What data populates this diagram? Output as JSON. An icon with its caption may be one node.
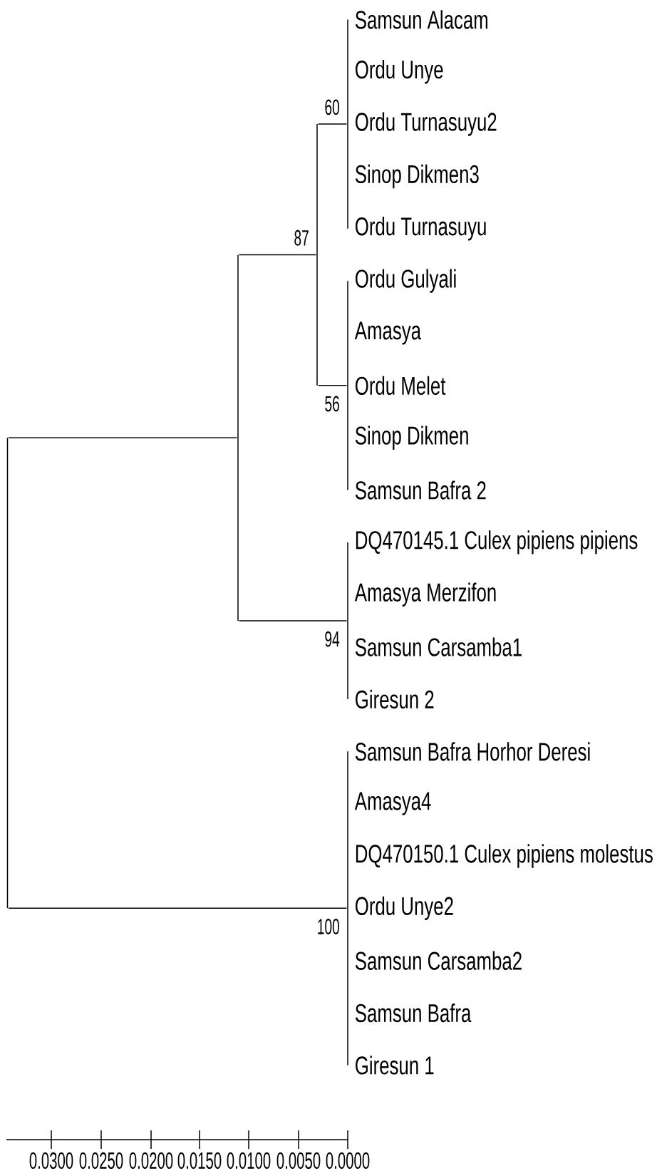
{
  "diagram": {
    "nodes": [
      {
        "text": [],
        "shape": "bar"
      },
      {
        "text": [],
        "shape": "bar"
      },
      {
        "text": [],
        "shape": "bar",
        "beside": [
          "87"
        ]
      },
      {
        "text": [],
        "shape": "bar",
        "beside": [
          "60"
        ]
      },
      {
        "text": [],
        "shape": "bar",
        "beside": [
          "56"
        ]
      },
      {
        "text": [],
        "shape": "bar",
        "beside": [
          "94"
        ]
      },
      {
        "text": [],
        "shape": "bar",
        "beside": [
          "100"
        ]
      }
    ],
    "edges": [
      {
        "from": 0,
        "to": 1,
        "arrow": "none"
      },
      {
        "from": 1,
        "to": 2,
        "arrow": "none"
      },
      {
        "from": 2,
        "to": 3,
        "arrow": "none"
      },
      {
        "from": 2,
        "to": 4,
        "arrow": "none"
      },
      {
        "from": 1,
        "to": 5,
        "arrow": "none"
      },
      {
        "from": 0,
        "to": 6,
        "arrow": "none"
      }
    ],
    "labels": [
      "Samsun Alacam",
      "Ordu Unye",
      "Ordu Turnasuyu2",
      "Sinop Dikmen3",
      "Ordu Turnasuyu",
      "Ordu Gulyali",
      "Amasya",
      "Ordu Melet",
      "Sinop Dikmen",
      "Samsun Bafra 2",
      "DQ470145.1 Culex pipiens pipiens",
      "Amasya Merzifon",
      "Samsun Carsamba1",
      "Giresun 2",
      "Samsun Bafra Horhor Deresi",
      "Amasya4",
      "DQ470150.1 Culex pipiens molestus",
      "Ordu Unye2",
      "Samsun Carsamba2",
      "Samsun Bafra",
      "Giresun  1",
      "0.0300",
      "0.0250",
      "0.0200",
      "0.0150",
      "0.0100",
      "0.0050",
      "0.0000"
    ]
  }
}
